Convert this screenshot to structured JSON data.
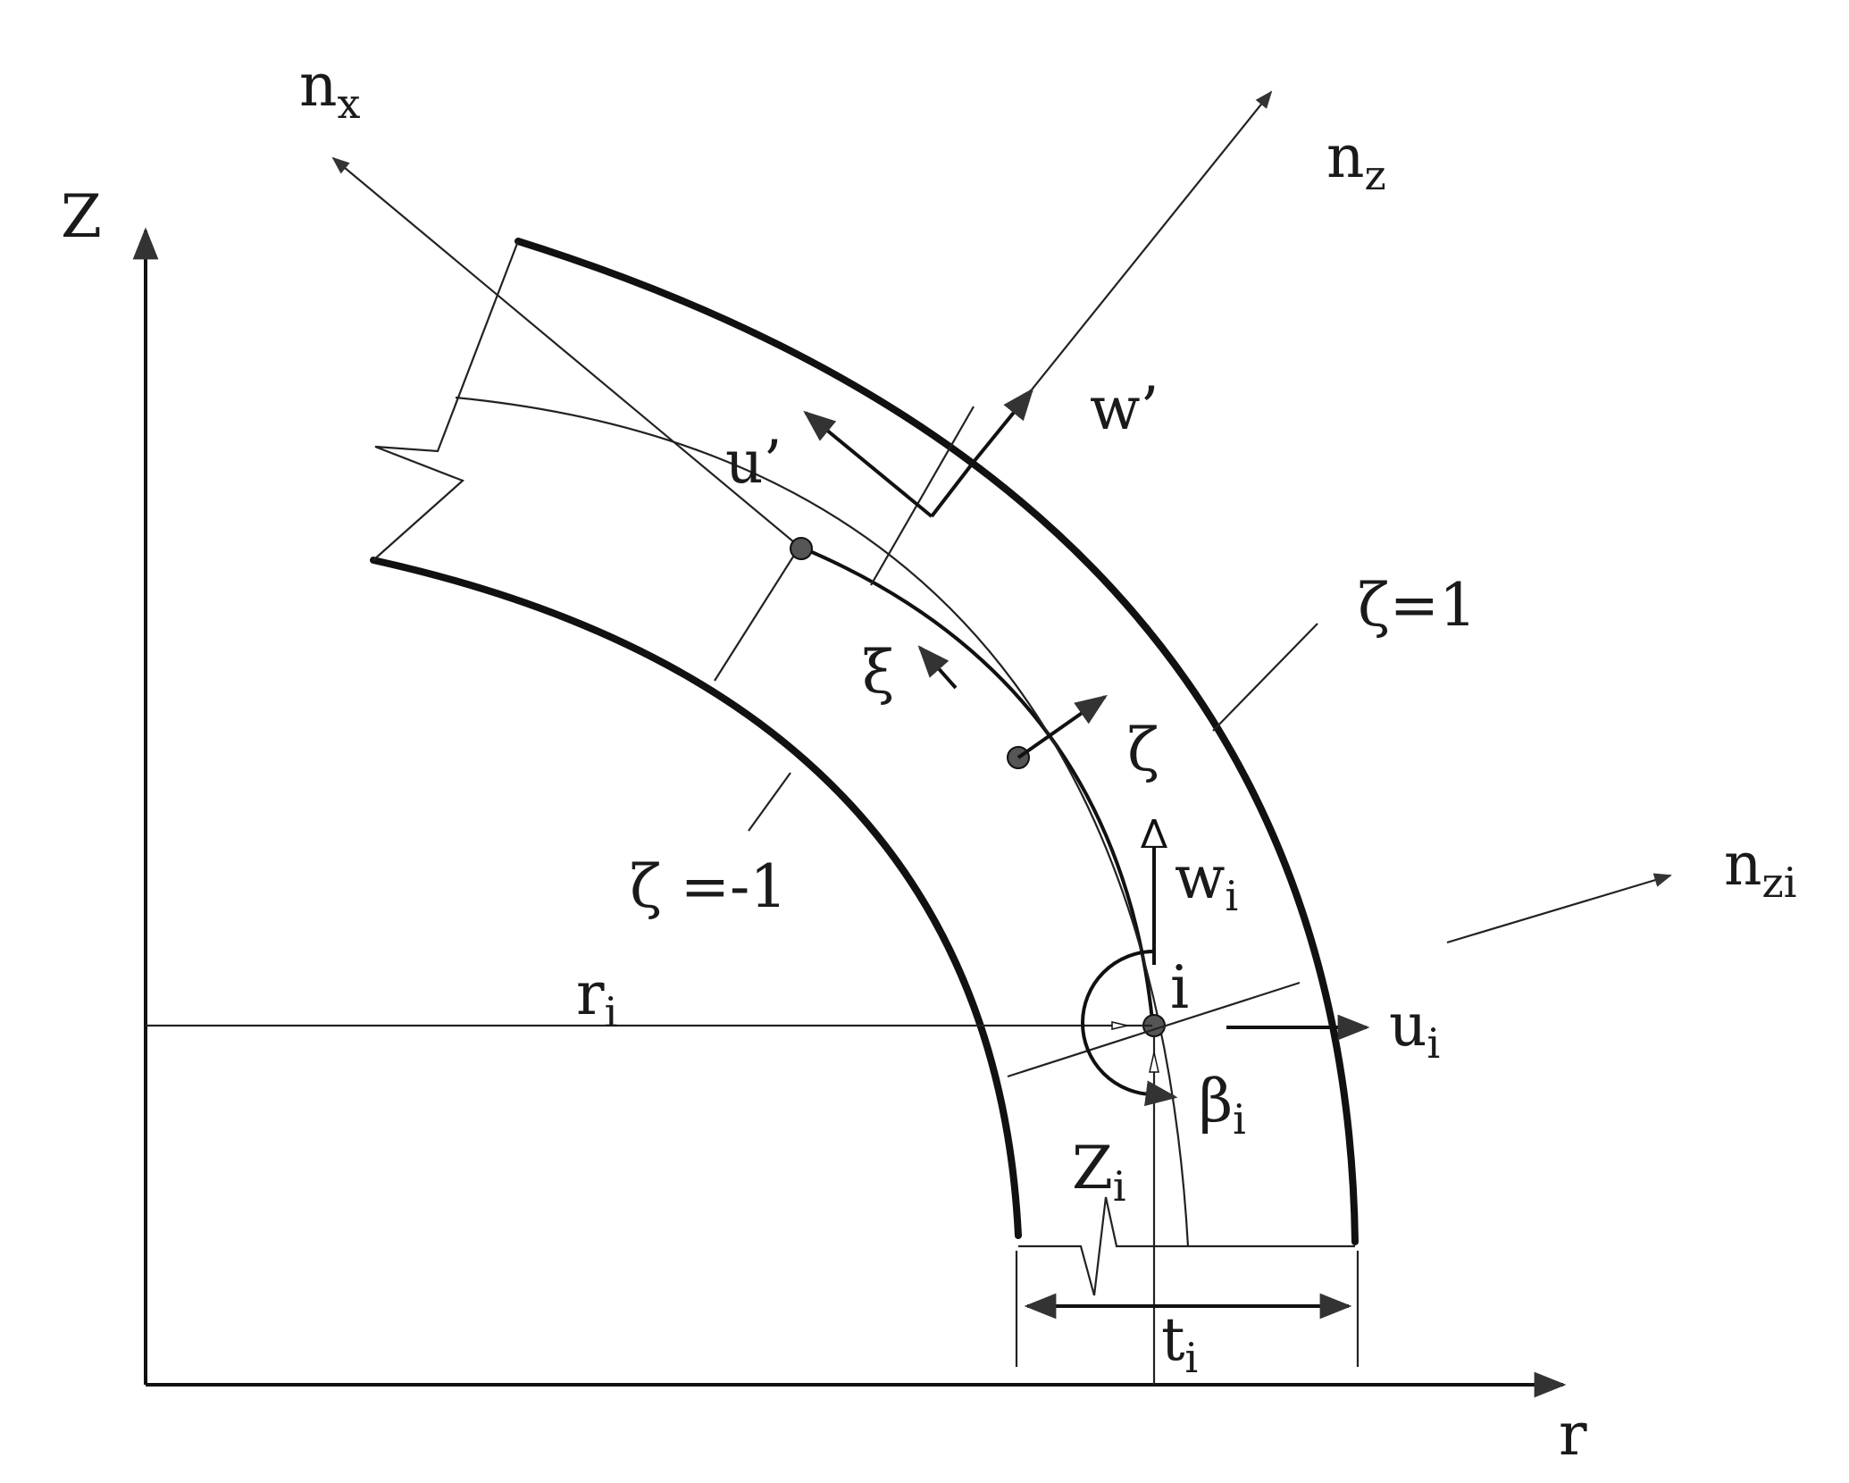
{
  "labels": {
    "axis_z": "Z",
    "axis_r": "r",
    "n_x": {
      "main": "n",
      "sub": "x"
    },
    "n_z": {
      "main": "n",
      "sub": "z"
    },
    "n_zi": {
      "main": "n",
      "sub": "zi"
    },
    "w_prime": "w’",
    "u_prime": "u’",
    "zeta_pos": "ζ=1",
    "zeta_neg": "ζ =-1",
    "xi": "ξ",
    "zeta": "ζ",
    "w_i": {
      "main": "w",
      "sub": "i"
    },
    "u_i": {
      "main": "u",
      "sub": "i"
    },
    "node_i": "i",
    "r_i": {
      "main": "r",
      "sub": "i"
    },
    "beta_i": {
      "main": "β",
      "sub": "i"
    },
    "Z_i": {
      "main": "Z",
      "sub": "i"
    },
    "t_i": {
      "main": "t",
      "sub": "i"
    }
  }
}
